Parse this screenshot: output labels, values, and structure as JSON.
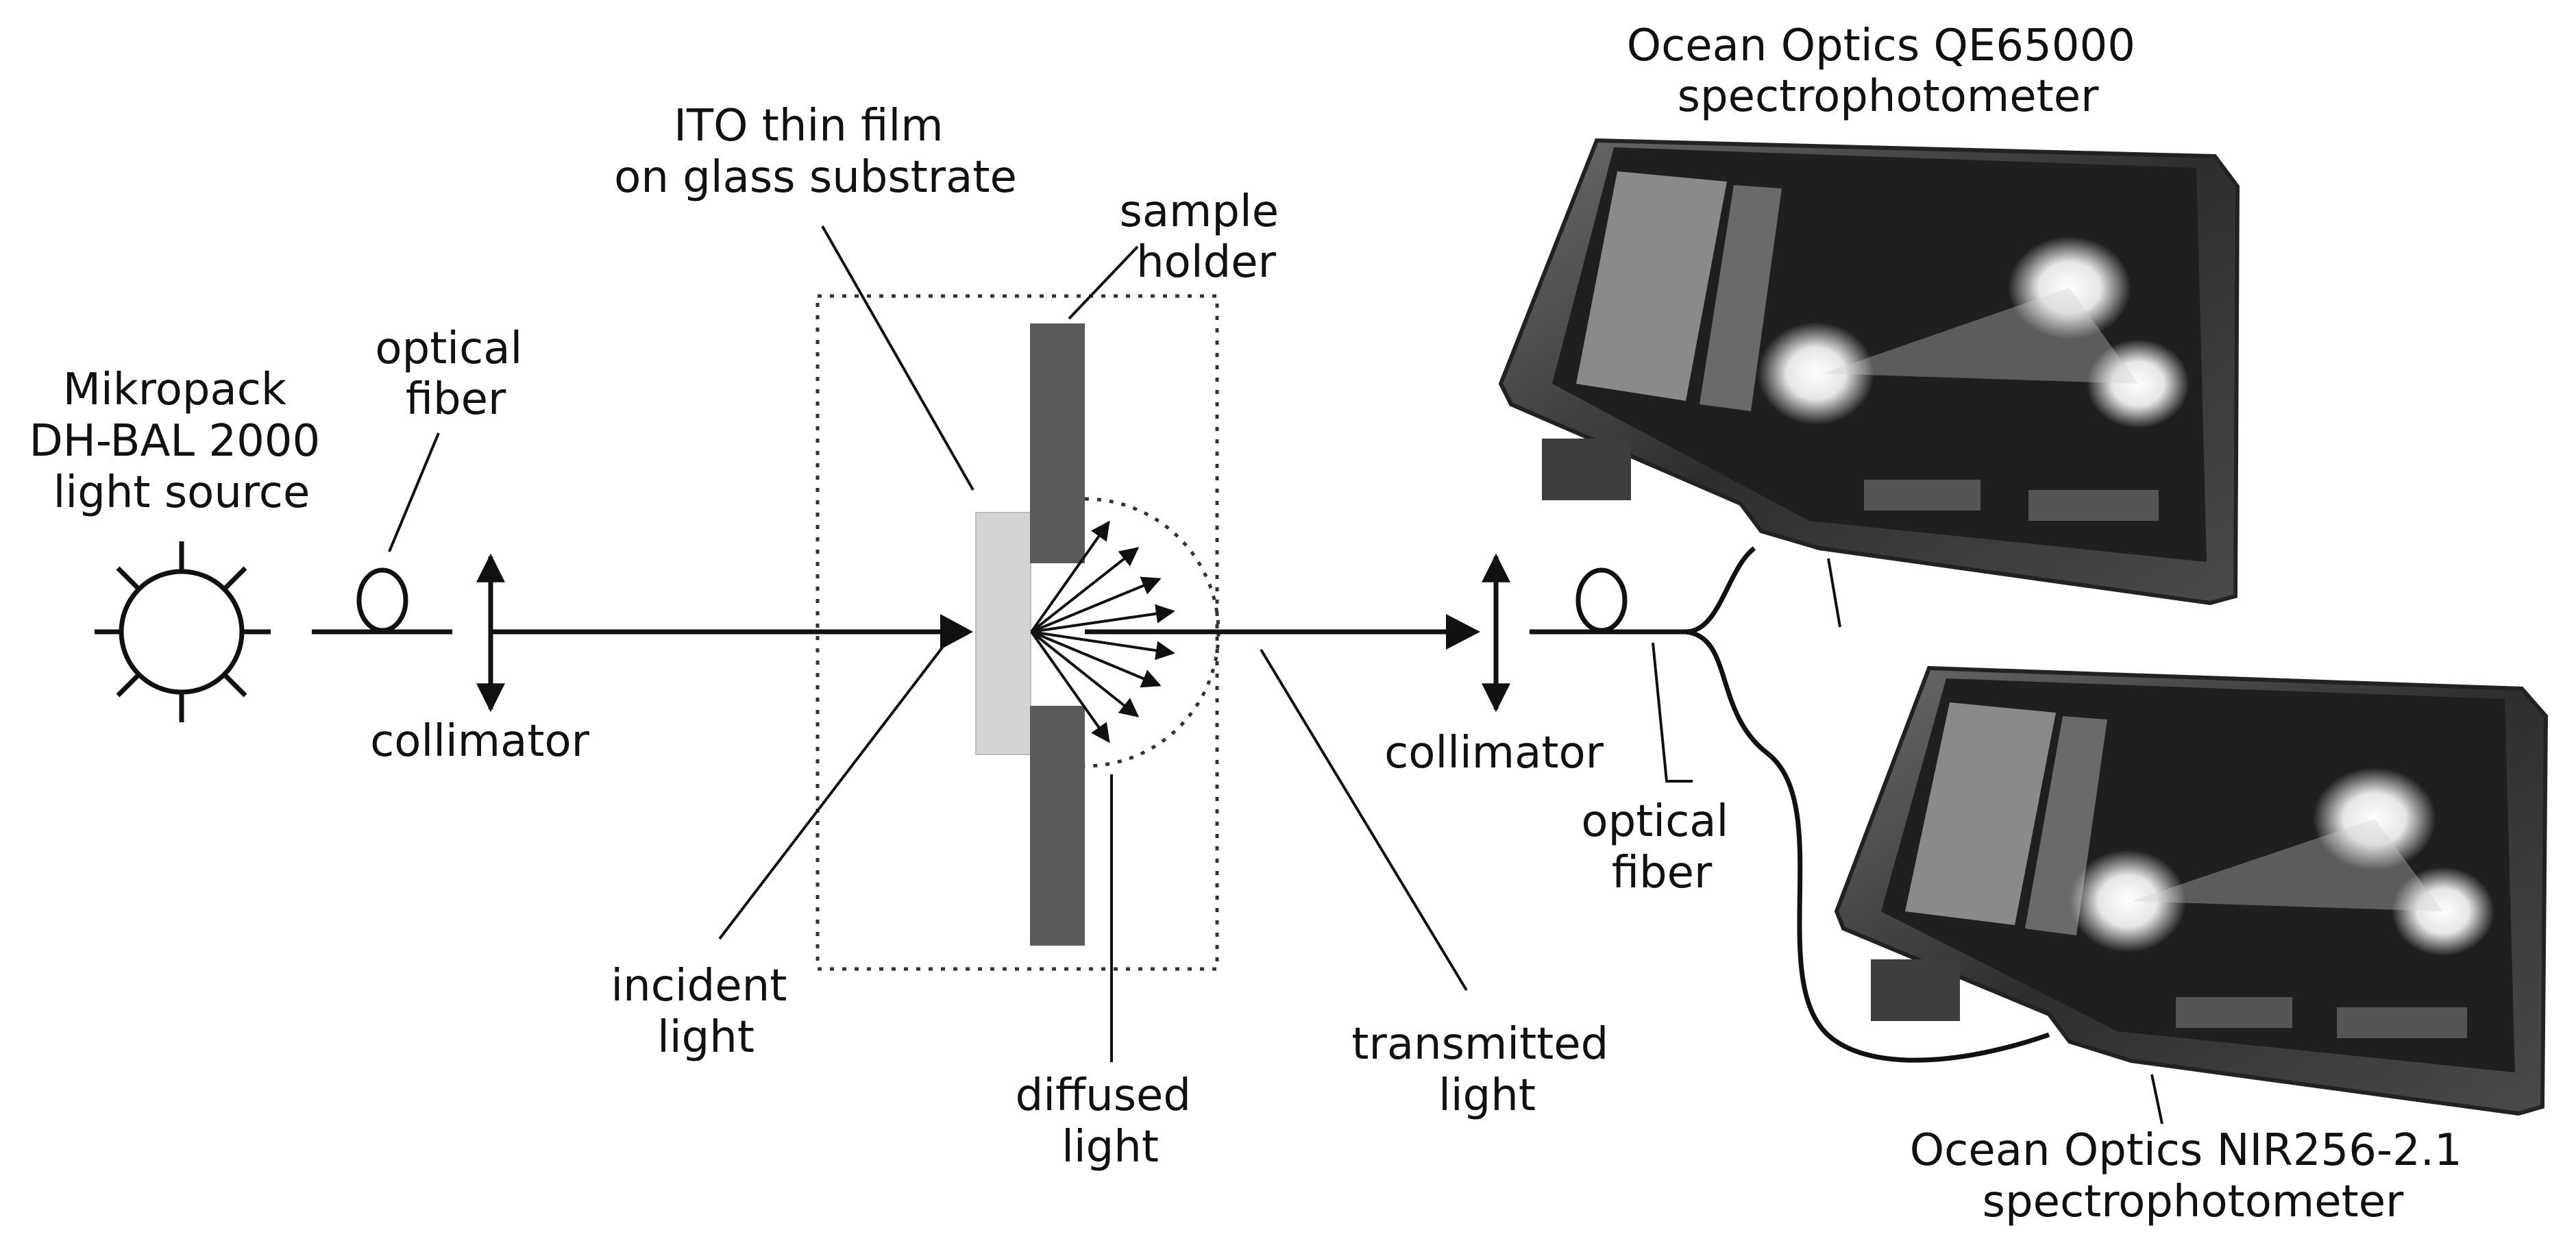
{
  "labels": {
    "light_source": [
      "Mikropack",
      "DH-BAL 2000",
      "light source"
    ],
    "optical_fiber_left": [
      "optical",
      "fiber"
    ],
    "collimator_left": "collimator",
    "ito_film": [
      "ITO thin film",
      "on glass substrate"
    ],
    "sample_holder": [
      "sample",
      "holder"
    ],
    "incident_light": [
      "incident",
      "light"
    ],
    "diffused_light": [
      "diffused",
      "light"
    ],
    "transmitted_light": [
      "transmitted",
      "light"
    ],
    "collimator_right": "collimator",
    "optical_fiber_right": [
      "optical",
      "fiber"
    ],
    "spectro_top": [
      "Ocean Optics QE65000",
      "spectrophotometer"
    ],
    "spectro_bottom": [
      "Ocean Optics NIR256-2.1",
      "spectrophotometer"
    ]
  },
  "icons": {
    "light_source": "sun-icon",
    "fiber_loop": "fiber-loop-icon",
    "collimator": "double-arrow-icon",
    "spectrophotometer": "spectrophotometer-device-icon"
  },
  "colors": {
    "line": "#111111",
    "holder": "#5a5a5a",
    "glass": "#d4d4d4",
    "device_body": "#3a3a3a"
  }
}
